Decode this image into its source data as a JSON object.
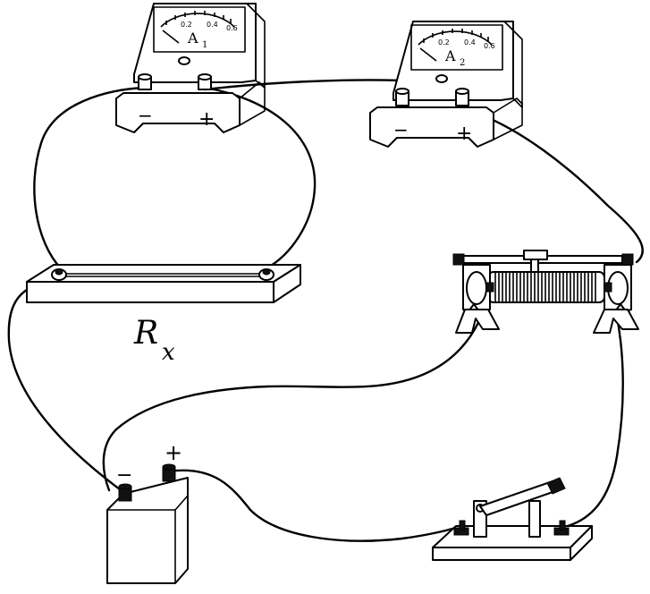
{
  "ammeter1": {
    "label_main": "A",
    "label_sub": "1",
    "scale_ticks": [
      "0.2",
      "0.4",
      "0.6"
    ],
    "terminal_minus": "−",
    "terminal_plus": "+"
  },
  "ammeter2": {
    "label_main": "A",
    "label_sub": "2",
    "scale_ticks": [
      "0.2",
      "0.4",
      "0.6"
    ],
    "terminal_minus": "−",
    "terminal_plus": "+"
  },
  "resistor": {
    "label_main": "R",
    "label_sub": "x"
  },
  "battery": {
    "terminal_minus": "−",
    "terminal_plus": "+"
  }
}
